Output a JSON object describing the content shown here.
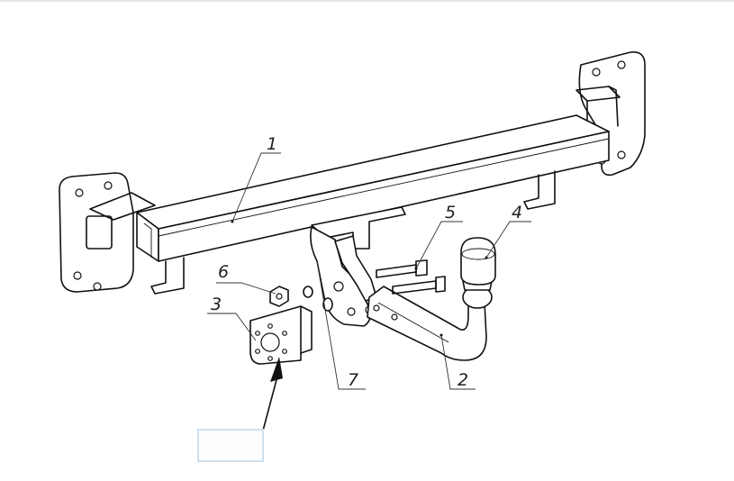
{
  "callouts": [
    {
      "id": "1",
      "label": "1"
    },
    {
      "id": "2",
      "label": "2"
    },
    {
      "id": "3",
      "label": "3"
    },
    {
      "id": "4",
      "label": "4"
    },
    {
      "id": "5",
      "label": "5"
    },
    {
      "id": "6",
      "label": "6"
    },
    {
      "id": "7",
      "label": "7"
    }
  ],
  "blurred_label": "",
  "colors": {
    "line": "#111111",
    "background": "#ffffff",
    "box_border": "#cfe0ef"
  }
}
